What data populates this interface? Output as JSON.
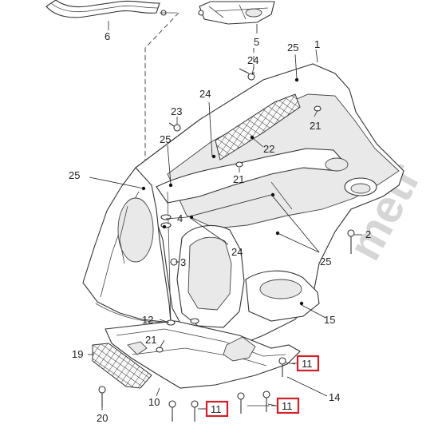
{
  "callouts": [
    {
      "id": "c1",
      "label": "1"
    },
    {
      "id": "c2",
      "label": "2"
    },
    {
      "id": "c3",
      "label": "3"
    },
    {
      "id": "c4",
      "label": "4"
    },
    {
      "id": "c5",
      "label": "5"
    },
    {
      "id": "c6",
      "label": "6"
    },
    {
      "id": "c10",
      "label": "10"
    },
    {
      "id": "c11a",
      "label": "11",
      "highlighted": true
    },
    {
      "id": "c11b",
      "label": "11",
      "highlighted": true
    },
    {
      "id": "c11c",
      "label": "11",
      "highlighted": true
    },
    {
      "id": "c12",
      "label": "12"
    },
    {
      "id": "c14",
      "label": "14"
    },
    {
      "id": "c15",
      "label": "15"
    },
    {
      "id": "c19",
      "label": "19"
    },
    {
      "id": "c20",
      "label": "20"
    },
    {
      "id": "c21a",
      "label": "21"
    },
    {
      "id": "c21b",
      "label": "21"
    },
    {
      "id": "c21c",
      "label": "21"
    },
    {
      "id": "c22",
      "label": "22"
    },
    {
      "id": "c23",
      "label": "23"
    },
    {
      "id": "c24a",
      "label": "24"
    },
    {
      "id": "c24b",
      "label": "24"
    },
    {
      "id": "c24c",
      "label": "24"
    },
    {
      "id": "c25a",
      "label": "25"
    },
    {
      "id": "c25b",
      "label": "25"
    },
    {
      "id": "c25c",
      "label": "25"
    },
    {
      "id": "c25d",
      "label": "25"
    }
  ],
  "colors": {
    "highlight": "#d01f2a",
    "line": "#333333",
    "watermark": "#d6d6d6"
  }
}
